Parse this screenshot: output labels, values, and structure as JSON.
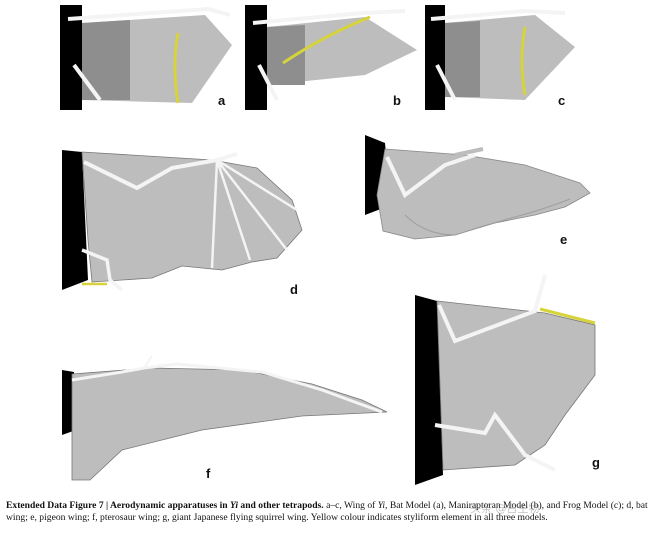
{
  "panels": {
    "a": "a",
    "b": "b",
    "c": "c",
    "d": "d",
    "e": "e",
    "f": "f",
    "g": "g"
  },
  "caption": {
    "figure_label": "Extended Data Figure 7 | Aerodynamic apparatuses in ",
    "species": "Yi",
    "title_tail": " and other tetrapods.",
    "body_1": "  a–c, Wing of ",
    "species2": "Yi",
    "body_2": ", Bat Model (a), Maniraptoran Model (b), and Frog Model (c); d, bat wing; e, pigeon wing; f, pterosaur wing; g, giant Japanese flying squirrel wing. Yellow colour indicates styliform element in all three models."
  },
  "watermark": "头条 @古生物",
  "colors": {
    "membrane": "#bdbdbd",
    "membrane_dark": "#8e8e8e",
    "bone": "#f4f4f4",
    "body": "#000000",
    "styliform": "#d7d33a"
  }
}
